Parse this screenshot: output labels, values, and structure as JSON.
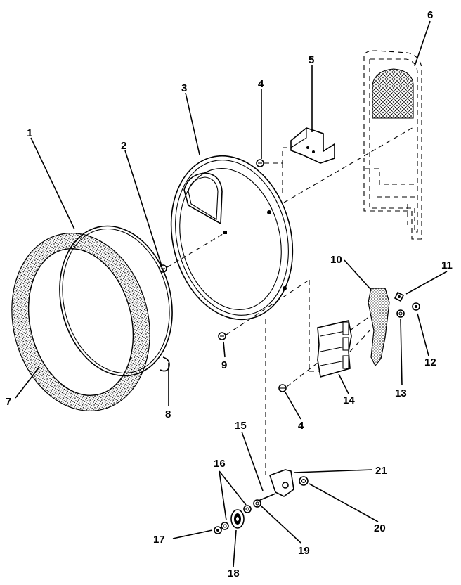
{
  "diagram": {
    "part_labels": {
      "p1": "1",
      "p2": "2",
      "p3": "3",
      "p4a": "4",
      "p4b": "4",
      "p5": "5",
      "p6": "6",
      "p7": "7",
      "p8": "8",
      "p9": "9",
      "p10": "10",
      "p11": "11",
      "p12": "12",
      "p13": "13",
      "p14": "14",
      "p15": "15",
      "p16": "16",
      "p17": "17",
      "p18": "18",
      "p19": "19",
      "p20": "20",
      "p21": "21"
    }
  }
}
